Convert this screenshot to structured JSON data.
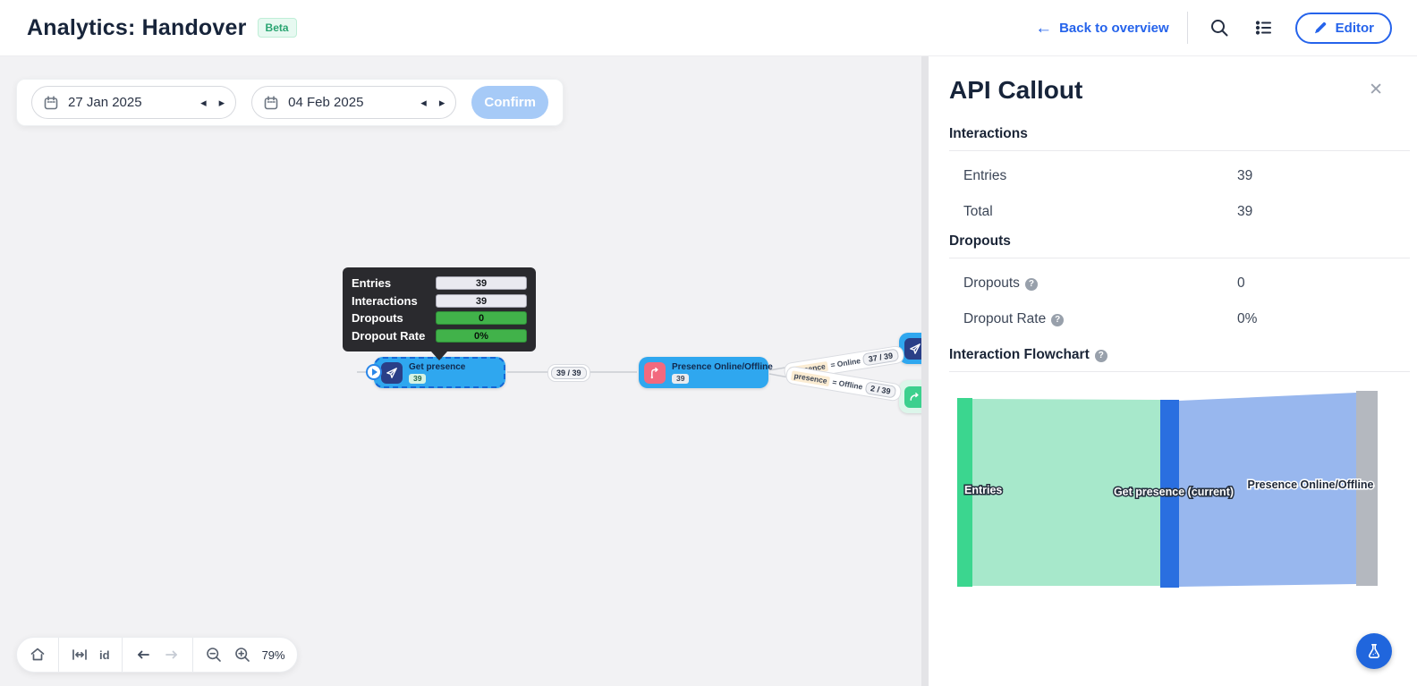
{
  "header": {
    "title": "Analytics: Handover",
    "beta_badge": "Beta",
    "back_link": "Back to overview",
    "editor_button": "Editor"
  },
  "icons": {
    "back_arrow_glyph": "←",
    "prev_glyph": "◂",
    "next_glyph": "▸",
    "close_glyph": "✕",
    "help_glyph": "?"
  },
  "date_bar": {
    "start_date": "27 Jan 2025",
    "end_date": "04 Feb 2025",
    "confirm_label": "Confirm"
  },
  "tooltip": {
    "rows": [
      {
        "label": "Entries",
        "value": "39",
        "status": "neutral"
      },
      {
        "label": "Interactions",
        "value": "39",
        "status": "neutral"
      },
      {
        "label": "Dropouts",
        "value": "0",
        "status": "good"
      },
      {
        "label": "Dropout Rate",
        "value": "0%",
        "status": "good"
      }
    ]
  },
  "flow": {
    "node1": {
      "title": "Get presence",
      "count": "39"
    },
    "node2": {
      "title": "Presence Online/Offline",
      "count": "39"
    },
    "edge_main": {
      "ratio": "39 / 39"
    },
    "branch_online": {
      "variable": "presence",
      "condition": "= Online",
      "ratio": "37 / 39"
    },
    "branch_offline": {
      "variable": "presence",
      "condition": "= Offline",
      "ratio": "2 / 39"
    }
  },
  "panel": {
    "title": "API Callout",
    "interactions": {
      "header": "Interactions",
      "rows": [
        {
          "label": "Entries",
          "value": "39"
        },
        {
          "label": "Total",
          "value": "39"
        }
      ]
    },
    "dropouts": {
      "header": "Dropouts",
      "rows": [
        {
          "label": "Dropouts",
          "value": "0"
        },
        {
          "label": "Dropout Rate",
          "value": "0%"
        }
      ]
    },
    "flowchart_header": "Interaction Flowchart"
  },
  "toolbar": {
    "id_label": "id",
    "zoom_level": "79%"
  },
  "colors": {
    "accent_blue": "#2563eb",
    "node_blue": "#2fa7ef",
    "icon_navy": "#2a3f87",
    "icon_pink": "#f2697e",
    "icon_green": "#3cd08e",
    "status_green": "#41b24a",
    "canvas_gray": "#f2f2f4"
  },
  "chart_data": {
    "type": "sankey",
    "title": "Interaction Flowchart",
    "nodes": [
      {
        "name": "Entries",
        "color": "#3bd68f"
      },
      {
        "name": "Get presence (current)",
        "color": "#2a6fe0"
      },
      {
        "name": "Presence Online/Offline",
        "color": "#b4b8bf"
      }
    ],
    "links": [
      {
        "source": "Entries",
        "target": "Get presence (current)",
        "value": 39,
        "color": "#a7e8cb"
      },
      {
        "source": "Get presence (current)",
        "target": "Presence Online/Offline",
        "value": 39,
        "color": "#98b7ee"
      }
    ],
    "flow_stats": {
      "entries": 39,
      "interactions": 39,
      "total": 39,
      "dropouts": 0,
      "dropout_rate": "0%"
    },
    "edge_ratios": {
      "main": "39 / 39",
      "online": "37 / 39",
      "offline": "2 / 39"
    }
  }
}
